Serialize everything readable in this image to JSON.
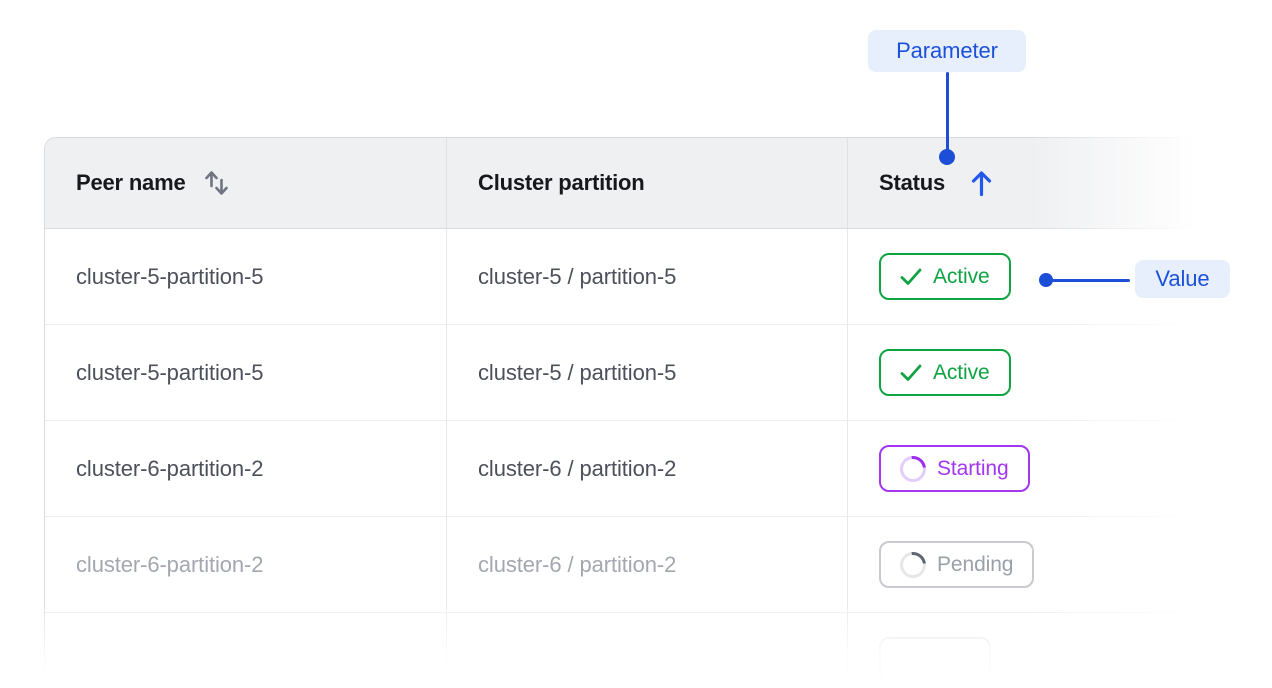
{
  "annotations": {
    "parameter": {
      "label": "Parameter"
    },
    "value": {
      "label": "Value"
    },
    "accent_color": "#1d4ed8",
    "badge_bg": "#e8effc"
  },
  "table": {
    "columns": [
      {
        "label": "Peer name",
        "sort_icon": "sort-both"
      },
      {
        "label": "Cluster partition",
        "sort_icon": null
      },
      {
        "label": "Status",
        "sort_icon": "sort-ascending"
      }
    ],
    "rows": [
      {
        "peer_name": "cluster-5-partition-5",
        "cluster_partition": "cluster-5 / partition-5",
        "status": {
          "label": "Active",
          "state": "active",
          "icon": "check"
        }
      },
      {
        "peer_name": "cluster-5-partition-5",
        "cluster_partition": "cluster-5 / partition-5",
        "status": {
          "label": "Active",
          "state": "active",
          "icon": "check"
        }
      },
      {
        "peer_name": "cluster-6-partition-2",
        "cluster_partition": "cluster-6 / partition-2",
        "status": {
          "label": "Starting",
          "state": "starting",
          "icon": "spinner"
        }
      },
      {
        "peer_name": "cluster-6-partition-2",
        "cluster_partition": "cluster-6 / partition-2",
        "status": {
          "label": "Pending",
          "state": "pending",
          "icon": "spinner"
        },
        "faded": true
      },
      {
        "peer_name": "",
        "cluster_partition": "",
        "status": {
          "label": "",
          "state": "unknown",
          "icon": "none"
        },
        "partial": true
      }
    ],
    "status_colors": {
      "active": "#10a344",
      "starting": "#a236f1",
      "pending": "#9aa0aa"
    }
  }
}
